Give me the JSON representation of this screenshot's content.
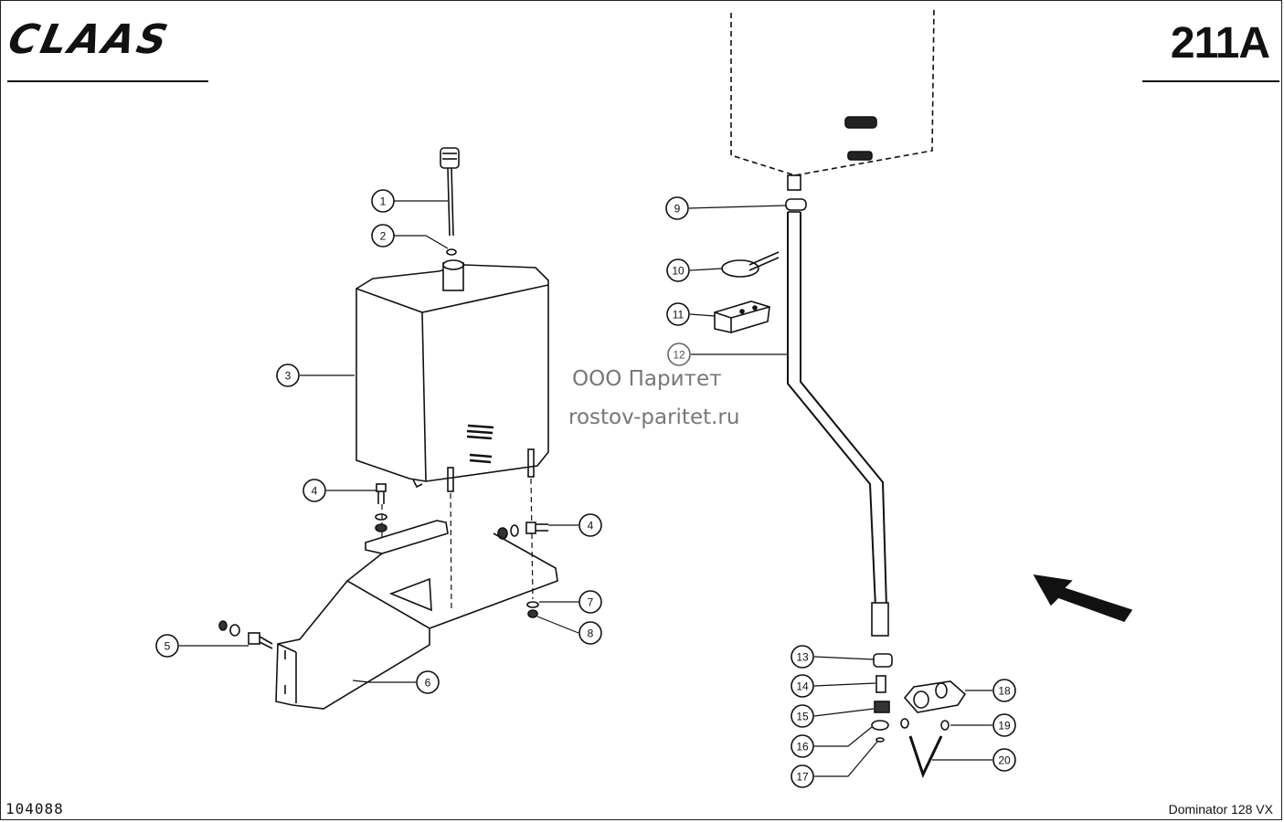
{
  "header": {
    "brand": "CLAAS",
    "sheet_number": "211A"
  },
  "footer": {
    "document_number": "104088",
    "model": "Dominator 128 VX"
  },
  "watermark": {
    "line1": "ООО Паритет",
    "line2": "rostov-paritet.ru"
  },
  "callouts": [
    "1",
    "2",
    "3",
    "4",
    "4",
    "5",
    "6",
    "7",
    "8",
    "9",
    "10",
    "11",
    "12",
    "13",
    "14",
    "15",
    "16",
    "17",
    "18",
    "19",
    "20"
  ]
}
